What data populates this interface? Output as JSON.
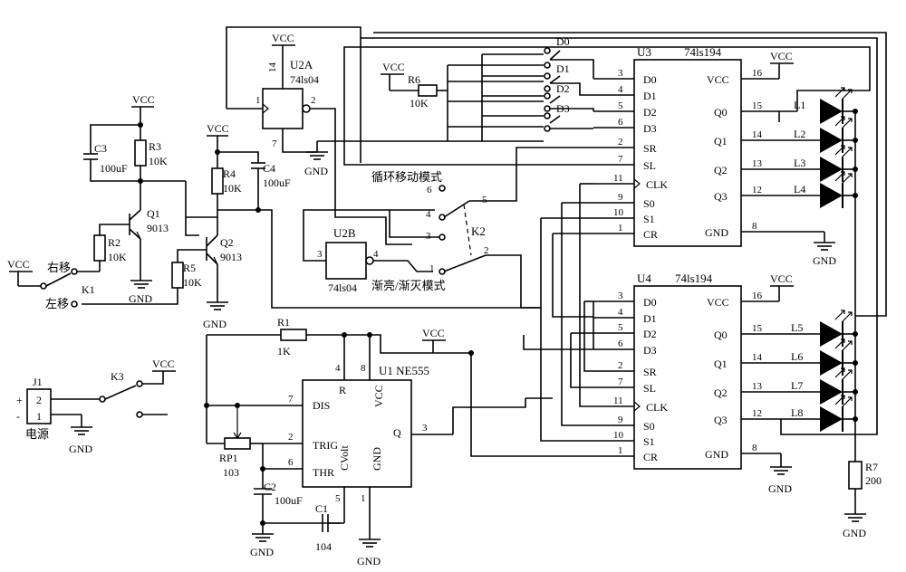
{
  "power": {
    "vcc": "VCC",
    "gnd": "GND"
  },
  "u3": {
    "ref": "U3",
    "part": "74ls194",
    "left_pins": [
      [
        "3",
        "D0"
      ],
      [
        "4",
        "D1"
      ],
      [
        "5",
        "D2"
      ],
      [
        "6",
        "D3"
      ],
      [
        "2",
        "SR"
      ],
      [
        "7",
        "SL"
      ],
      [
        "11",
        "CLK"
      ],
      [
        "9",
        "S0"
      ],
      [
        "10",
        "S1"
      ],
      [
        "1",
        "CR"
      ]
    ],
    "right_pins": [
      [
        "16",
        "VCC"
      ],
      [
        "15",
        "Q0"
      ],
      [
        "14",
        "Q1"
      ],
      [
        "13",
        "Q2"
      ],
      [
        "12",
        "Q3"
      ],
      [
        "8",
        "GND"
      ]
    ]
  },
  "u4": {
    "ref": "U4",
    "part": "74ls194",
    "left_pins": [
      [
        "3",
        "D0"
      ],
      [
        "4",
        "D1"
      ],
      [
        "5",
        "D2"
      ],
      [
        "6",
        "D3"
      ],
      [
        "2",
        "SR"
      ],
      [
        "7",
        "SL"
      ],
      [
        "11",
        "CLK"
      ],
      [
        "9",
        "S0"
      ],
      [
        "10",
        "S1"
      ],
      [
        "1",
        "CR"
      ]
    ],
    "right_pins": [
      [
        "16",
        "VCC"
      ],
      [
        "15",
        "Q0"
      ],
      [
        "14",
        "Q1"
      ],
      [
        "13",
        "Q2"
      ],
      [
        "12",
        "Q3"
      ],
      [
        "8",
        "GND"
      ]
    ]
  },
  "u1": {
    "ref": "U1 NE555",
    "pin_dis": "DIS",
    "pin_trig": "TRIG",
    "pin_thr": "THR",
    "pin_r": "R",
    "pin_vcc": "VCC",
    "pin_gnd": "GND",
    "pin_q": "Q",
    "pin_cvolt": "CVolt",
    "n7": "7",
    "n2": "2",
    "n6": "6",
    "n4": "4",
    "n8": "8",
    "n3": "3",
    "n1": "1",
    "n5": "5"
  },
  "u2a": {
    "ref": "U2A",
    "part": "74ls04",
    "pin_in": "1",
    "pin_out": "2",
    "pin_vcc": "14",
    "pin_gnd": "7"
  },
  "u2b": {
    "ref": "U2B",
    "part": "74ls04",
    "pin_in": "3",
    "pin_out": "4"
  },
  "switches": {
    "d0": "D0",
    "d1": "D1",
    "d2": "D2",
    "d3": "D3"
  },
  "k2": {
    "ref": "K2",
    "pins": [
      "6",
      "5",
      "4",
      "3",
      "1",
      "2"
    ],
    "mode_shift": "循环移动模式",
    "mode_fade": "渐亮/渐灭模式"
  },
  "k1": {
    "ref": "K1",
    "right": "右移",
    "left": "左移"
  },
  "k3": {
    "ref": "K3"
  },
  "j1": {
    "ref": "J1",
    "plus": "+",
    "minus": "-",
    "pin2": "2",
    "pin1": "1",
    "label": "电源"
  },
  "resistors": {
    "r1": {
      "ref": "R1",
      "val": "1K"
    },
    "r2": {
      "ref": "R2",
      "val": "10K"
    },
    "r3": {
      "ref": "R3",
      "val": "10K"
    },
    "r4": {
      "ref": "R4",
      "val": "10K"
    },
    "r5": {
      "ref": "R5",
      "val": "10K"
    },
    "r6": {
      "ref": "R6",
      "val": "10K"
    },
    "r7": {
      "ref": "R7",
      "val": "200"
    },
    "rp1": {
      "ref": "RP1",
      "val": "103"
    }
  },
  "capacitors": {
    "c1": {
      "ref": "C1",
      "val": "104"
    },
    "c2": {
      "ref": "C2",
      "val": "100uF"
    },
    "c3": {
      "ref": "C3",
      "val": "100uF"
    },
    "c4": {
      "ref": "C4",
      "val": "100uF"
    }
  },
  "transistors": {
    "q1": {
      "ref": "Q1",
      "val": "9013"
    },
    "q2": {
      "ref": "Q2",
      "val": "9013"
    }
  },
  "leds": [
    "L1",
    "L2",
    "L3",
    "L4",
    "L5",
    "L6",
    "L7",
    "L8"
  ]
}
